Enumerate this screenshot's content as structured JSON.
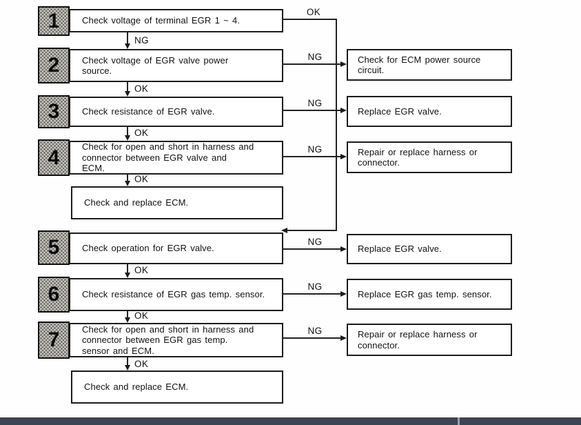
{
  "labels": {
    "ok": "OK",
    "ng": "NG"
  },
  "steps": [
    {
      "num": "1",
      "text": "Check voltage of terminal EGR 1 ~ 4."
    },
    {
      "num": "2",
      "text": "Check voltage of EGR valve power\nsource."
    },
    {
      "num": "3",
      "text": "Check resistance of EGR valve."
    },
    {
      "num": "4",
      "text": "Check for open and short in harness and\nconnector between EGR valve and\nECM."
    },
    {
      "num": "5",
      "text": "Check operation for EGR valve."
    },
    {
      "num": "6",
      "text": "Check resistance of EGR gas temp. sensor."
    },
    {
      "num": "7",
      "text": "Check for open and short in harness and\nconnector between EGR gas temp.\nsensor and ECM."
    }
  ],
  "results": [
    {
      "text": "Check for ECM power source\ncircuit."
    },
    {
      "text": "Replace EGR valve."
    },
    {
      "text": "Repair or replace harness or\nconnector."
    },
    {
      "text": "Replace EGR valve."
    },
    {
      "text": "Replace EGR gas temp. sensor."
    },
    {
      "text": "Repair or replace harness or\nconnector."
    }
  ],
  "terminals": [
    {
      "text": "Check and replace ECM."
    },
    {
      "text": "Check and replace ECM."
    }
  ],
  "colors": {
    "line": "#222222",
    "number_box_bg": "#c7c6c1",
    "footer_bar": "#3d4452",
    "footer_divider": "#9ba0a9"
  }
}
